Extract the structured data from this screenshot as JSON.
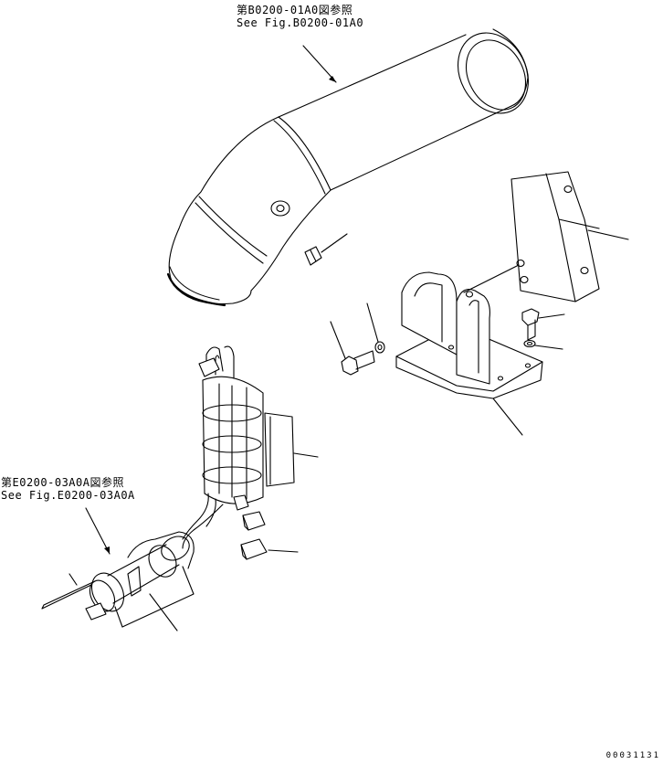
{
  "references": {
    "top": {
      "line1": "第B0200-01A0図参照",
      "line2": "See Fig.B0200-01A0"
    },
    "left": {
      "line1": "第E0200-03A0A図参照",
      "line2": "See Fig.E0200-03A0A"
    }
  },
  "drawing_code": "00031131",
  "colors": {
    "line": "#000000",
    "background": "#ffffff"
  }
}
